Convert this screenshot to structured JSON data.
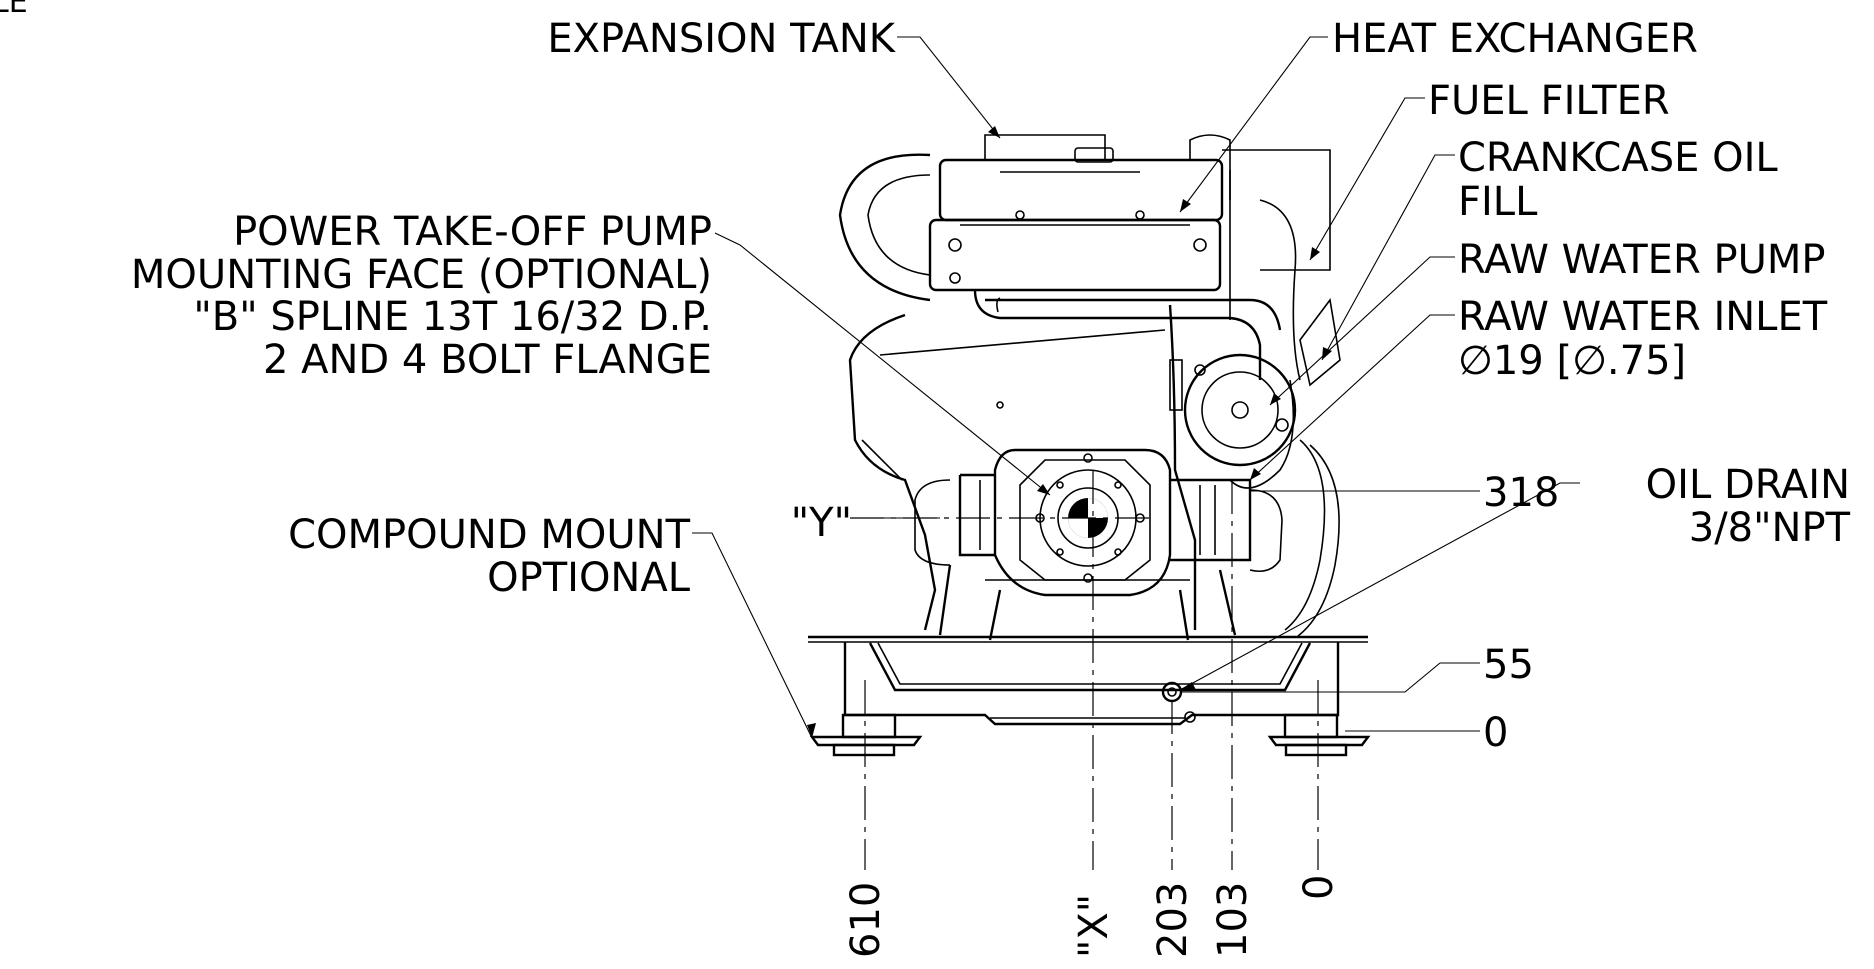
{
  "callouts": {
    "corner_fragment": "LE",
    "expansion_tank": "EXPANSION TANK",
    "heat_exchanger": "HEAT EXCHANGER",
    "fuel_filter": "FUEL FILTER",
    "crankcase_oil_fill": [
      "CRANKCASE OIL",
      "FILL"
    ],
    "pto_pump": [
      "POWER TAKE-OFF PUMP",
      "MOUNTING FACE (OPTIONAL)",
      "\"B\" SPLINE 13T 16/32 D.P.",
      "2 AND 4 BOLT FLANGE"
    ],
    "raw_water_pump": "RAW WATER PUMP",
    "raw_water_inlet": [
      "RAW WATER INLET",
      "∅19 [∅.75]"
    ],
    "oil_drain": [
      "OIL DRAIN",
      "3/8\"NPT"
    ],
    "compound_mount": [
      "COMPOUND MOUNT",
      "OPTIONAL"
    ],
    "y_axis": "\"Y\""
  },
  "vertical_dimensions": [
    "318",
    "55",
    "0"
  ],
  "horizontal_dimensions": [
    "610",
    "\"X\"",
    "203",
    "103",
    "0"
  ]
}
